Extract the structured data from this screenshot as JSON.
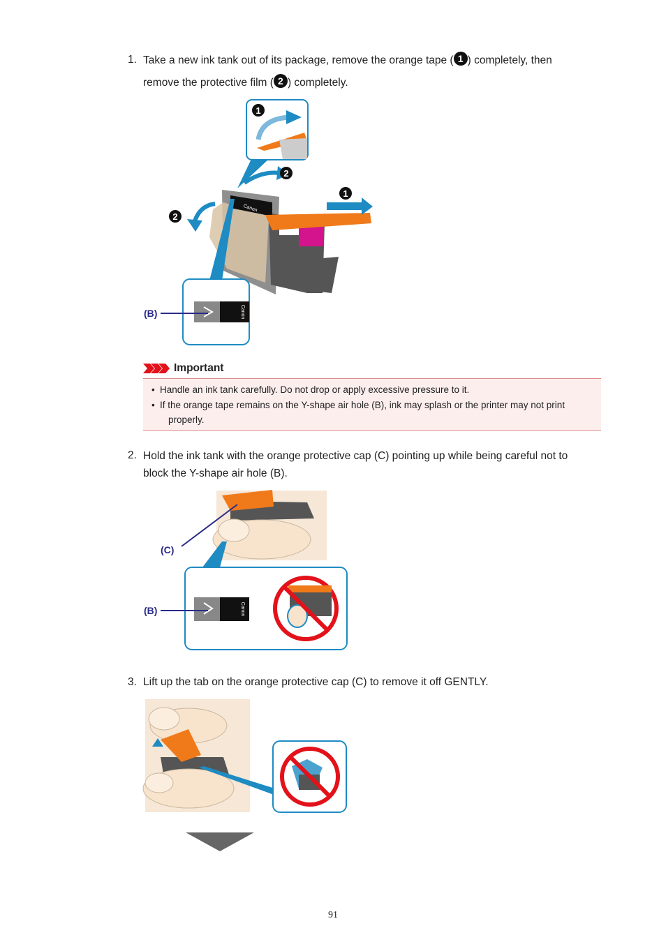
{
  "steps": [
    {
      "number": "1.",
      "text_part1": "Take a new ink tank out of its package, remove the orange tape (",
      "marker1": "1",
      "text_part2": ") completely, then",
      "text_part3": "remove the protective film (",
      "marker2": "2",
      "text_part4": ") completely."
    },
    {
      "number": "2.",
      "line1": "Hold the ink tank with the orange protective cap (C) pointing up while being careful not to",
      "line2": "block the Y-shape air hole (B)."
    },
    {
      "number": "3.",
      "line1": "Lift up the tab on the orange protective cap (C) to remove it off GENTLY."
    }
  ],
  "figure1": {
    "callout_top_marker": "1",
    "marker_film": "2",
    "marker_tape": "1",
    "marker_left": "2",
    "label_b": "(B)",
    "brand": "Canon"
  },
  "important": {
    "title": "Important",
    "items": [
      "Handle an ink tank carefully. Do not drop or apply excessive pressure to it.",
      "If the orange tape remains on the Y-shape air hole (B), ink may splash or the printer may not print",
      "properly."
    ]
  },
  "figure2": {
    "label_c": "(C)",
    "label_b": "(B)",
    "brand": "Canon"
  },
  "page_number": "91",
  "colors": {
    "orange": "#f07a1a",
    "blue": "#1e8bc3",
    "navy": "#2a2a8a",
    "magenta": "#d4148c",
    "prohibit_red": "#e3121a",
    "important_bg": "#fdeeee"
  }
}
